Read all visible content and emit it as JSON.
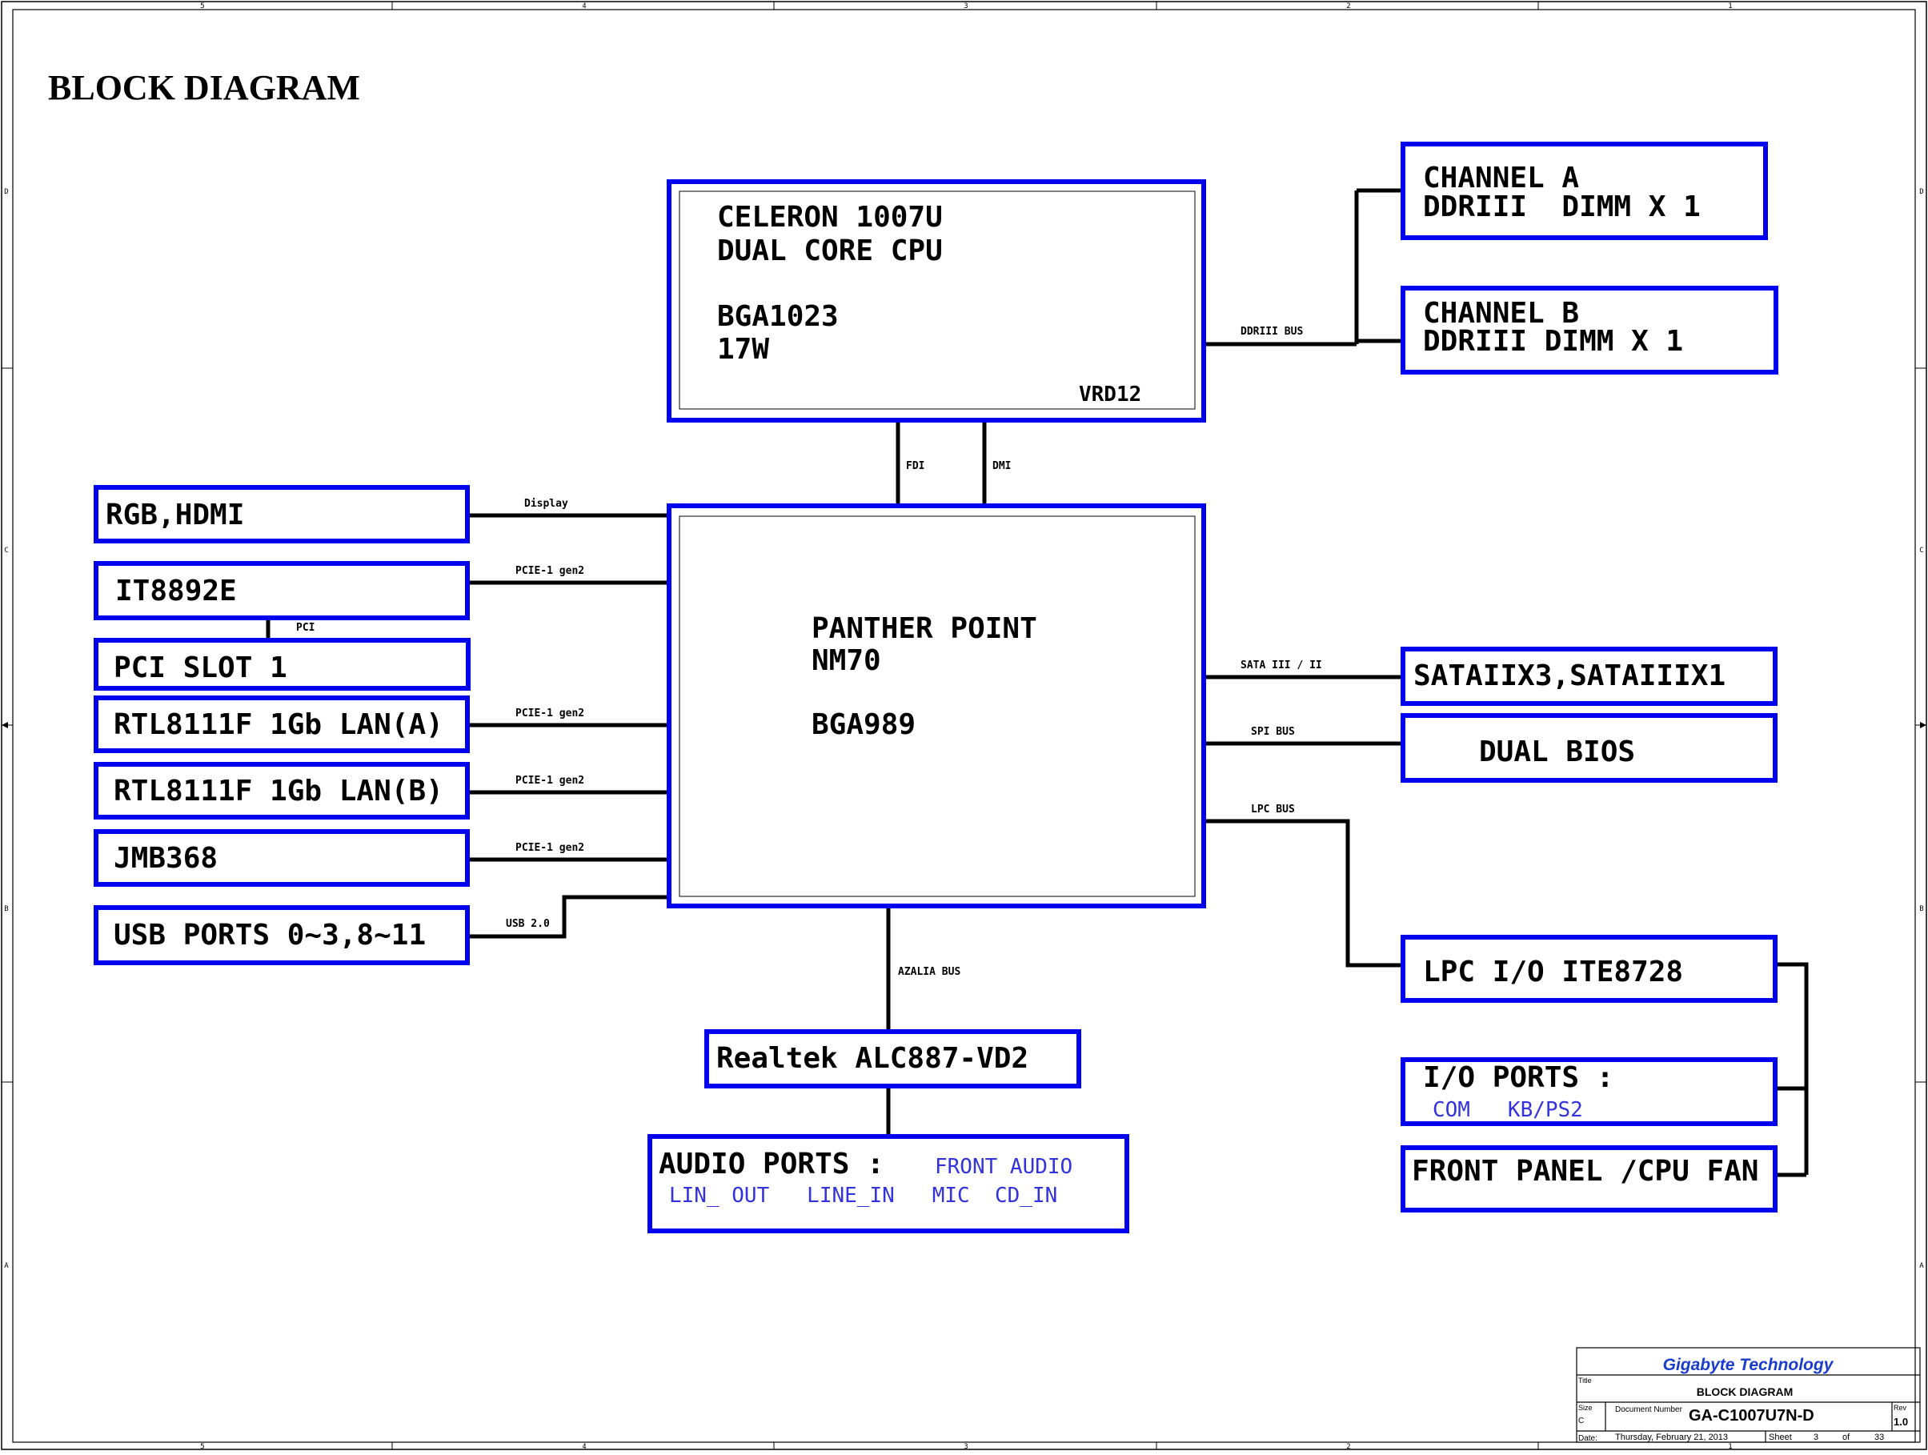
{
  "page": {
    "title": "BLOCK DIAGRAM"
  },
  "frame": {
    "top_zones": [
      "5",
      "4",
      "3",
      "2",
      "1"
    ],
    "bottom_zones": [
      "5",
      "4",
      "3",
      "2",
      "1"
    ],
    "left_zones": [
      "D",
      "C",
      "B",
      "A"
    ],
    "right_zones": [
      "D",
      "C",
      "B",
      "A"
    ]
  },
  "blocks": {
    "cpu": {
      "line1": "CELERON 1007U",
      "line2": "DUAL CORE CPU",
      "line3": "BGA1023",
      "line4": "17W",
      "note": "VRD12"
    },
    "pch": {
      "line1": "PANTHER POINT",
      "line2": "NM70",
      "line3": "BGA989"
    },
    "channel_a": {
      "line1": "CHANNEL A",
      "line2": "DDRIII  DIMM X 1"
    },
    "channel_b": {
      "line1": "CHANNEL B",
      "line2": "DDRIII DIMM X 1"
    },
    "rgb_hdmi": "RGB,HDMI",
    "it8892e": "IT8892E",
    "pci_slot": "PCI SLOT 1",
    "lan_a": "RTL8111F 1Gb LAN(A)",
    "lan_b": "RTL8111F 1Gb LAN(B)",
    "jmb368": "JMB368",
    "usb_ports": "USB PORTS 0~3,8~11",
    "sata": "SATAIIX3,SATAIIIX1",
    "dual_bios": "DUAL BIOS",
    "lpc_io": "LPC I/O ITE8728",
    "io_ports": {
      "title": "I/O PORTS :",
      "items": "COM   KB/PS2"
    },
    "front_panel": "FRONT PANEL /CPU FAN",
    "realtek": "Realtek ALC887-VD2",
    "audio_ports": {
      "title": "AUDIO PORTS :",
      "line1_extra": "FRONT AUDIO",
      "line2": "LIN_ OUT   LINE_IN   MIC  CD_IN"
    }
  },
  "buses": {
    "ddr": "DDRIII BUS",
    "fdi": "FDI",
    "dmi": "DMI",
    "display": "Display",
    "pcie_it": "PCIE-1 gen2",
    "pci": "PCI",
    "pcie_lan_a": "PCIE-1 gen2",
    "pcie_lan_b": "PCIE-1 gen2",
    "pcie_jmb": "PCIE-1 gen2",
    "usb": "USB 2.0",
    "sata": "SATA III / II",
    "spi": "SPI BUS",
    "lpc": "LPC BUS",
    "azalia": "AZALIA BUS"
  },
  "title_block": {
    "company": "Gigabyte Technology",
    "title_label": "Title",
    "title": "BLOCK DIAGRAM",
    "size_label": "Size",
    "size": "C",
    "docnum_label": "Document Number",
    "docnum": "GA-C1007U7N-D",
    "rev_label": "Rev",
    "rev": "1.0",
    "date_label": "Date:",
    "date": "Thursday, February 21, 2013",
    "sheet_label": "Sheet",
    "sheet": "3",
    "of_label": "of",
    "total": "33"
  },
  "colors": {
    "block_border": "#0000ee",
    "wire": "#000000",
    "blue_text": "#3333dd"
  }
}
